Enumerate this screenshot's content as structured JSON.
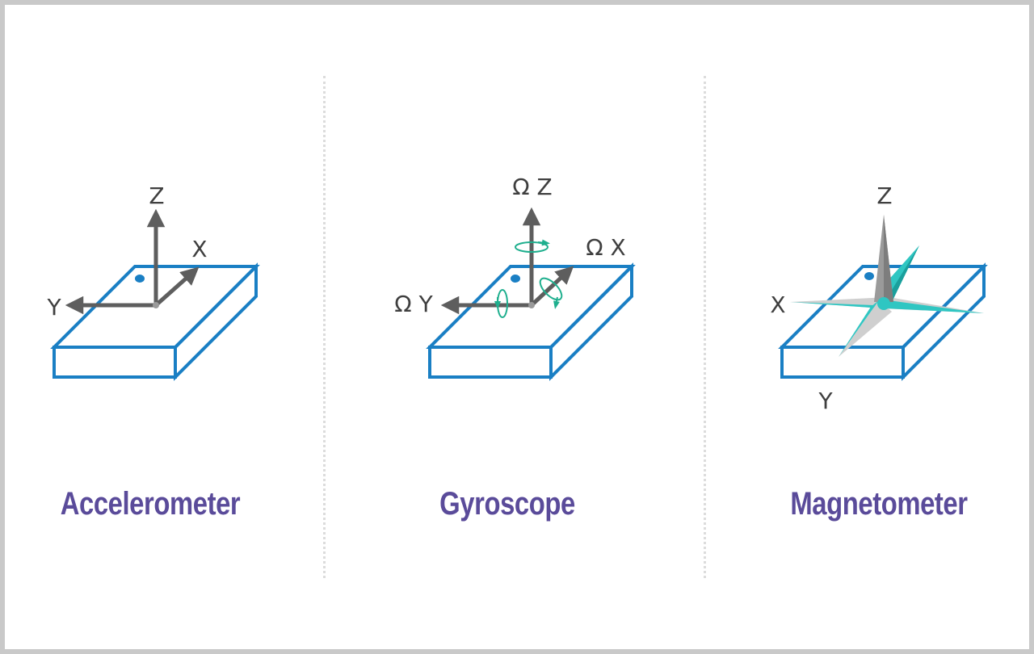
{
  "colors": {
    "board": "#1a7fc4",
    "arrow": "#5e5e5e",
    "rotation": "#1faf8e",
    "caption": "#5a4b9a",
    "needle_gray": "#9a9a9a",
    "needle_light": "#cfcfcf",
    "needle_teal": "#2fc6c2"
  },
  "accelerometer": {
    "title": "Accelerometer",
    "label_z": "Z",
    "label_x": "X",
    "label_y": "Y"
  },
  "gyroscope": {
    "title": "Gyroscope",
    "label_z": "Ω Z",
    "label_x": "Ω X",
    "label_y": "Ω Y"
  },
  "magnetometer": {
    "title": "Magnetometer",
    "label_z": "Z",
    "label_x": "X",
    "label_y": "Y"
  }
}
